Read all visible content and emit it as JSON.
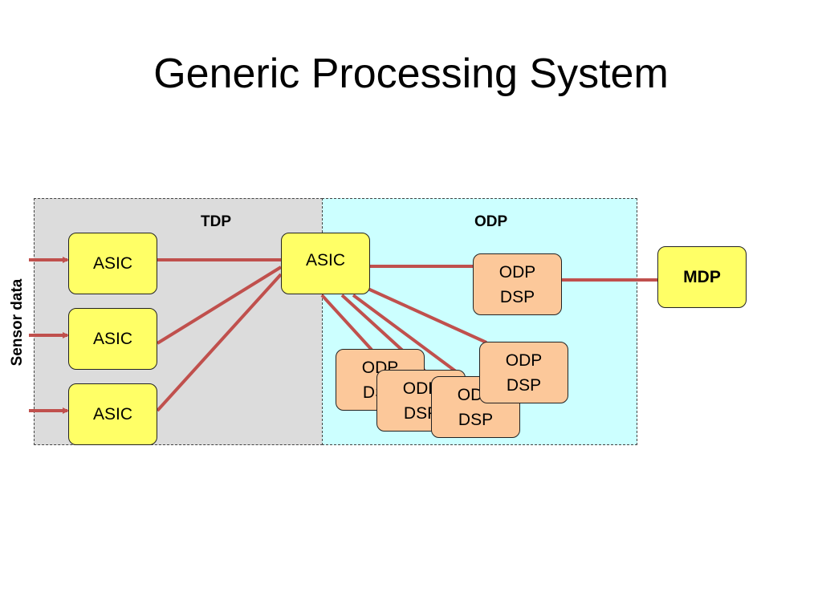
{
  "title": "Generic Processing System",
  "regions": {
    "tdp": "TDP",
    "odp": "ODP"
  },
  "side_label": "Sensor data",
  "boxes": {
    "asic_1": "ASIC",
    "asic_2": "ASIC",
    "asic_3": "ASIC",
    "asic_mid": "ASIC",
    "odp_dsp_top": {
      "line1": "ODP",
      "line2": "DSP"
    },
    "odp_dsp_a": {
      "line1": "ODP",
      "line2": "DSP"
    },
    "odp_dsp_b": {
      "line1": "ODP",
      "line2": "DSP"
    },
    "odp_dsp_c": {
      "line1": "ODP",
      "line2": "DSP"
    },
    "odp_dsp_d": {
      "line1": "ODP",
      "line2": "DSP"
    },
    "mdp": "MDP"
  },
  "colors": {
    "wire": "#c0504d",
    "asic_fill": "#ffff66",
    "dsp_fill": "#fcc89a",
    "tdp_bg": "#dcdcdc",
    "odp_bg": "#ccffff"
  }
}
